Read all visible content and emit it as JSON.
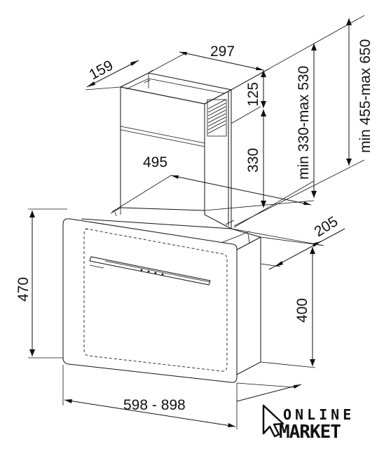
{
  "dimensions": {
    "chimney_depth": "159",
    "chimney_width": "297",
    "chimney_top_offset": "125",
    "chimney_lower": "330",
    "chimney_range_lower": "min 330-max 530",
    "chimney_range_upper": "min 455-max 650",
    "depth_total": "495",
    "body_depth": "205",
    "glass_height": "470",
    "body_height": "400",
    "width": "598 - 898"
  },
  "logo": {
    "line1": "ONLINE",
    "line2": "MARKET"
  }
}
